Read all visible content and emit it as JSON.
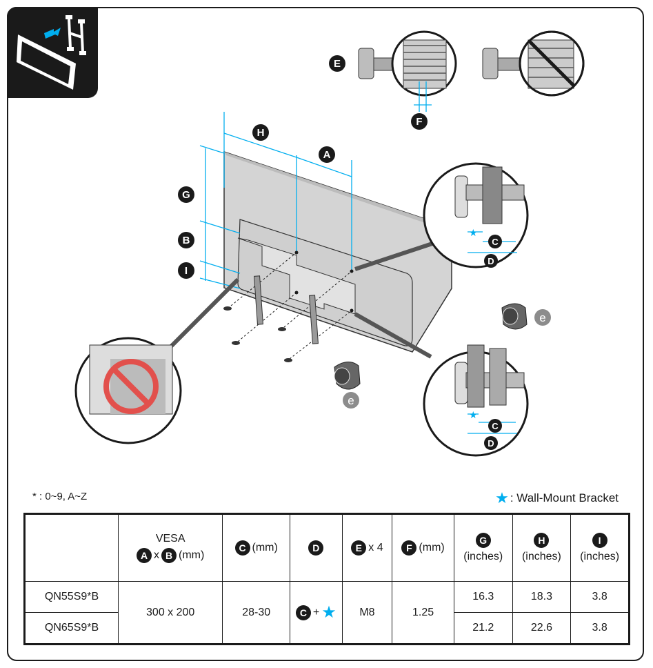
{
  "callouts": {
    "A": "A",
    "B": "B",
    "C": "C",
    "D": "D",
    "E": "E",
    "F": "F",
    "G": "G",
    "H": "H",
    "I": "I",
    "e": "e"
  },
  "notes": {
    "wildcard": "* : 0~9, A~Z"
  },
  "legend": {
    "star_icon": "star-icon",
    "text": ": Wall-Mount Bracket"
  },
  "table": {
    "headers": {
      "vesa_title": "VESA",
      "vesa_a": "A",
      "vesa_x": "x",
      "vesa_b": "B",
      "vesa_unit": "(mm)",
      "c_badge": "C",
      "c_unit": "(mm)",
      "d_badge": "D",
      "e_badge": "E",
      "e_count": "x 4",
      "f_badge": "F",
      "f_unit": "(mm)",
      "g_badge": "G",
      "g_unit": "(inches)",
      "h_badge": "H",
      "h_unit": "(inches)",
      "i_badge": "I",
      "i_unit": "(inches)"
    },
    "shared": {
      "vesa": "300 x 200",
      "c": "28-30",
      "d_badge": "C",
      "d_plus": "+",
      "e": "M8",
      "f": "1.25"
    },
    "rows": [
      {
        "model": "QN55S9*B",
        "g": "16.3",
        "h": "18.3",
        "i": "3.8"
      },
      {
        "model": "QN65S9*B",
        "g": "21.2",
        "h": "22.6",
        "i": "3.8"
      }
    ]
  },
  "colors": {
    "accent": "#00aeef",
    "prohibit": "#e2504c",
    "ink": "#1a1a1a"
  }
}
